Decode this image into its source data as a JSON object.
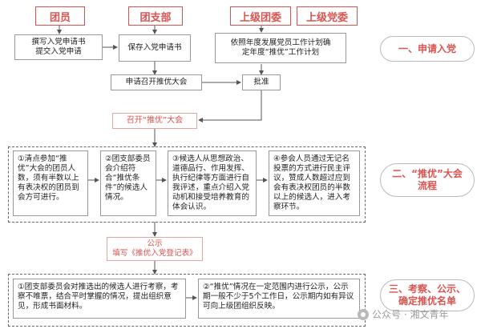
{
  "headers": [
    "团员",
    "团支部",
    "上级团委",
    "上级党委"
  ],
  "row1": {
    "apply_box": "撰写入党申请书\n提交入党申请",
    "save_box": "保存入党申请书",
    "plan_box": "依照年度发展党员工作计划确\n定年度“推优”工作计划"
  },
  "row2": {
    "request_box": "申请召开推优大会",
    "approve_box": "批准",
    "convene_box": "召开“推优”大会"
  },
  "middle_steps": [
    "①清点参加“推优”大会的团员人数，须有半数以上有表决权的团员到会方可进行。",
    "②团支部委员会介绍符合“推优条件”的候选人情况。",
    "③候选人从思想政治、道德品行、作用发挥、执行纪律等方面进行自我评述，重点介绍入党动机和接受培养教育的体会认识。",
    "④参会人员通过无记名投票的方式进行民主评议，赞成人数超过应到会有表决权团员的半数以上的候选人，进入考察环节。"
  ],
  "publicity_box": {
    "line1": "公示",
    "line2": "填写《推优入党登记表》"
  },
  "bottom_steps": [
    "①团支部委员会对推选出的候选人进行考察，考察不唯票，结合平时掌握的情况，提出组织意见，形成书面材料。",
    "②“推优”情况在一定范围内进行公示，公示期一般不少于5个工作日，公示期内如有异议可向上级团组织反映。"
  ],
  "stages": {
    "stage1": "一、申请入党",
    "stage2": "二、“推优”大会流程",
    "stage3": "三、考察、公示、确定推优名单"
  },
  "watermark": "公众号 · 湘文青年"
}
